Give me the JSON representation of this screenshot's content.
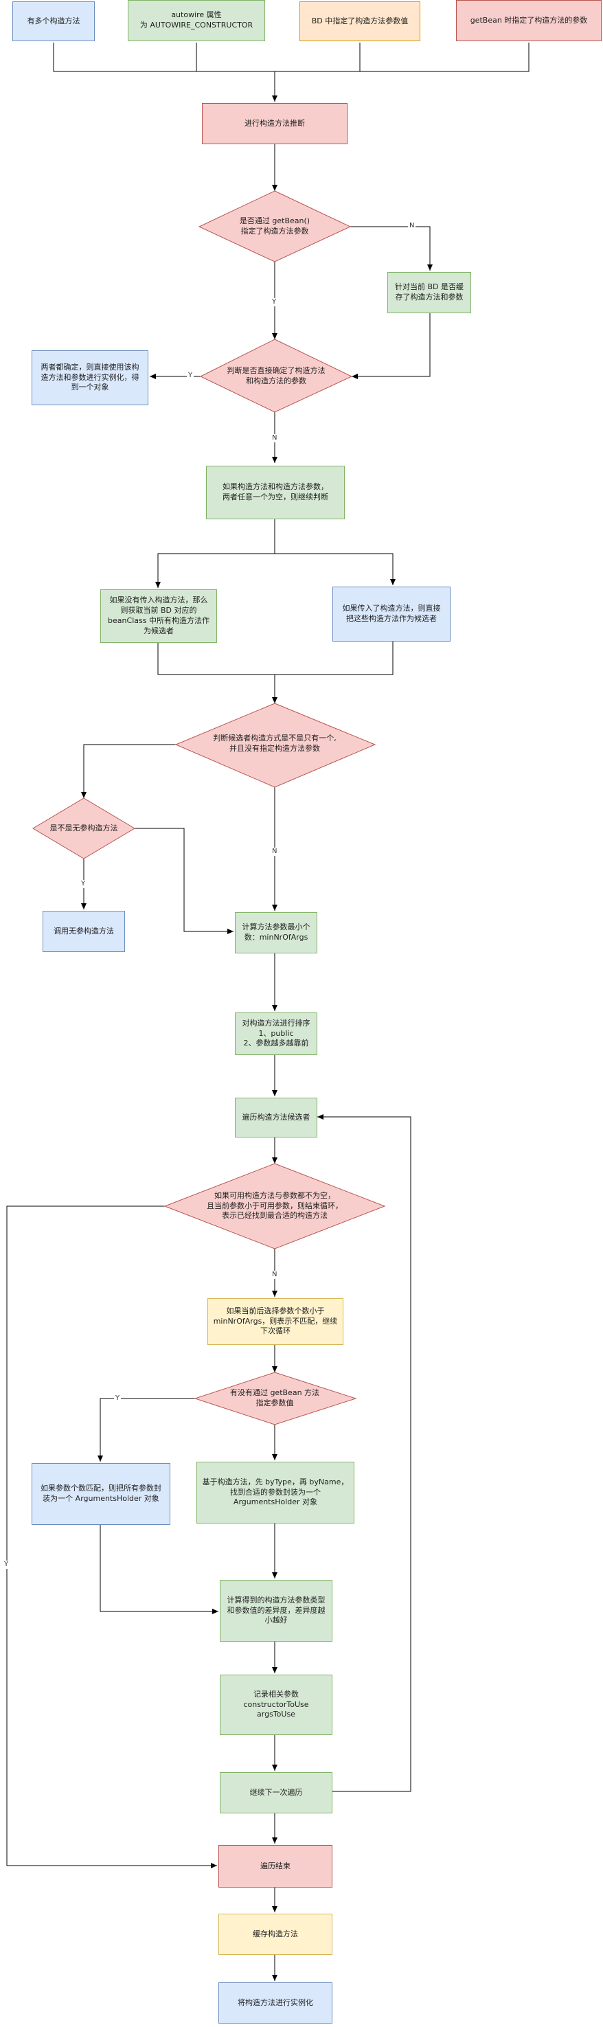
{
  "nodes": {
    "start_multi_ctor": "有多个构造方法",
    "start_autowire": "autowire 属性\n为 AUTOWIRE_CONSTRUCTOR",
    "start_bd_args": "BD 中指定了构造方法参数值",
    "start_getbean_args": "getBean 时指定了构造方法的参数",
    "infer_ctor": "进行构造方法推断",
    "check_getbean": "是否通过 getBean()\n指定了构造方法参数",
    "check_bd_cache": "针对当前 BD 是否缓\n存了构造方法和参数",
    "check_determined": "判断是否直接确定了构造方法\n和构造方法的参数",
    "instantiate_direct": "两者都确定，则直接使用该构\n造方法和参数进行实例化，得\n到一个对象",
    "check_either_empty": "如果构造方法和构造方法参数，\n两者任意一个为空，则继续判断",
    "no_ctor_passed": "如果没有传入构造方法，那么\n则获取当前 BD 对应的\nbeanClass 中所有构造方法作\n为候选者",
    "ctor_passed": "如果传入了构造方法，则直接\n把这些构造方法作为候选者",
    "check_single_ctor": "判断候选者构造方式是不是只有一个,\n并且没有指定构造方法参数",
    "check_noarg": "是不是无参构造方法",
    "call_noarg": "调用无参构造方法",
    "calc_min_args": "计算方法参数最小个\n数：minNrOfArgs",
    "sort_ctors": "对构造方法进行排序\n1、public\n2、参数越多越靠前",
    "iterate_candidates": "遍历构造方法候选者",
    "check_found": "如果可用构造方法与参数都不为空，\n且当前参数小于可用参数，则结束循环，\n表示已经找到最合适的构造方法",
    "check_param_count": "如果当前后选择参数个数小于\nminNrOfArgs，则表示不匹配，继续\n下次循环",
    "check_getbean_values": "有没有通过 getBean 方法\n指定参数值",
    "wrap_args": "如果参数个数匹配，则把所有参数封\n装为一个 ArgumentsHolder 对象",
    "find_by_type": "基于构造方法，先 byType，再 byName，\n找到合适的参数封装为一个\nArgumentsHolder 对象",
    "calc_diff": "计算得到的构造方法参数类型\n和参数值的差异度，差异度越\n小越好",
    "record_params": "记录相关参数\nconstructorToUse\nargsToUse",
    "next_iter": "继续下一次遍历",
    "iter_end": "遍历结束",
    "cache_ctor": "缓存构造方法",
    "instantiate_final": "将构造方法进行实例化"
  },
  "edge_labels": {
    "n": "N",
    "y": "Y"
  },
  "colors": {
    "blue_fill": "#dae8fc",
    "blue_stroke": "#6c8ebf",
    "green_fill": "#d5e8d4",
    "green_stroke": "#82b366",
    "yellow_fill": "#fff2cc",
    "yellow_stroke": "#d6b656",
    "orange_fill": "#ffe6cc",
    "orange_stroke": "#d79b00",
    "red_fill": "#f8cecc",
    "red_stroke": "#b85450",
    "line": "#000000"
  }
}
